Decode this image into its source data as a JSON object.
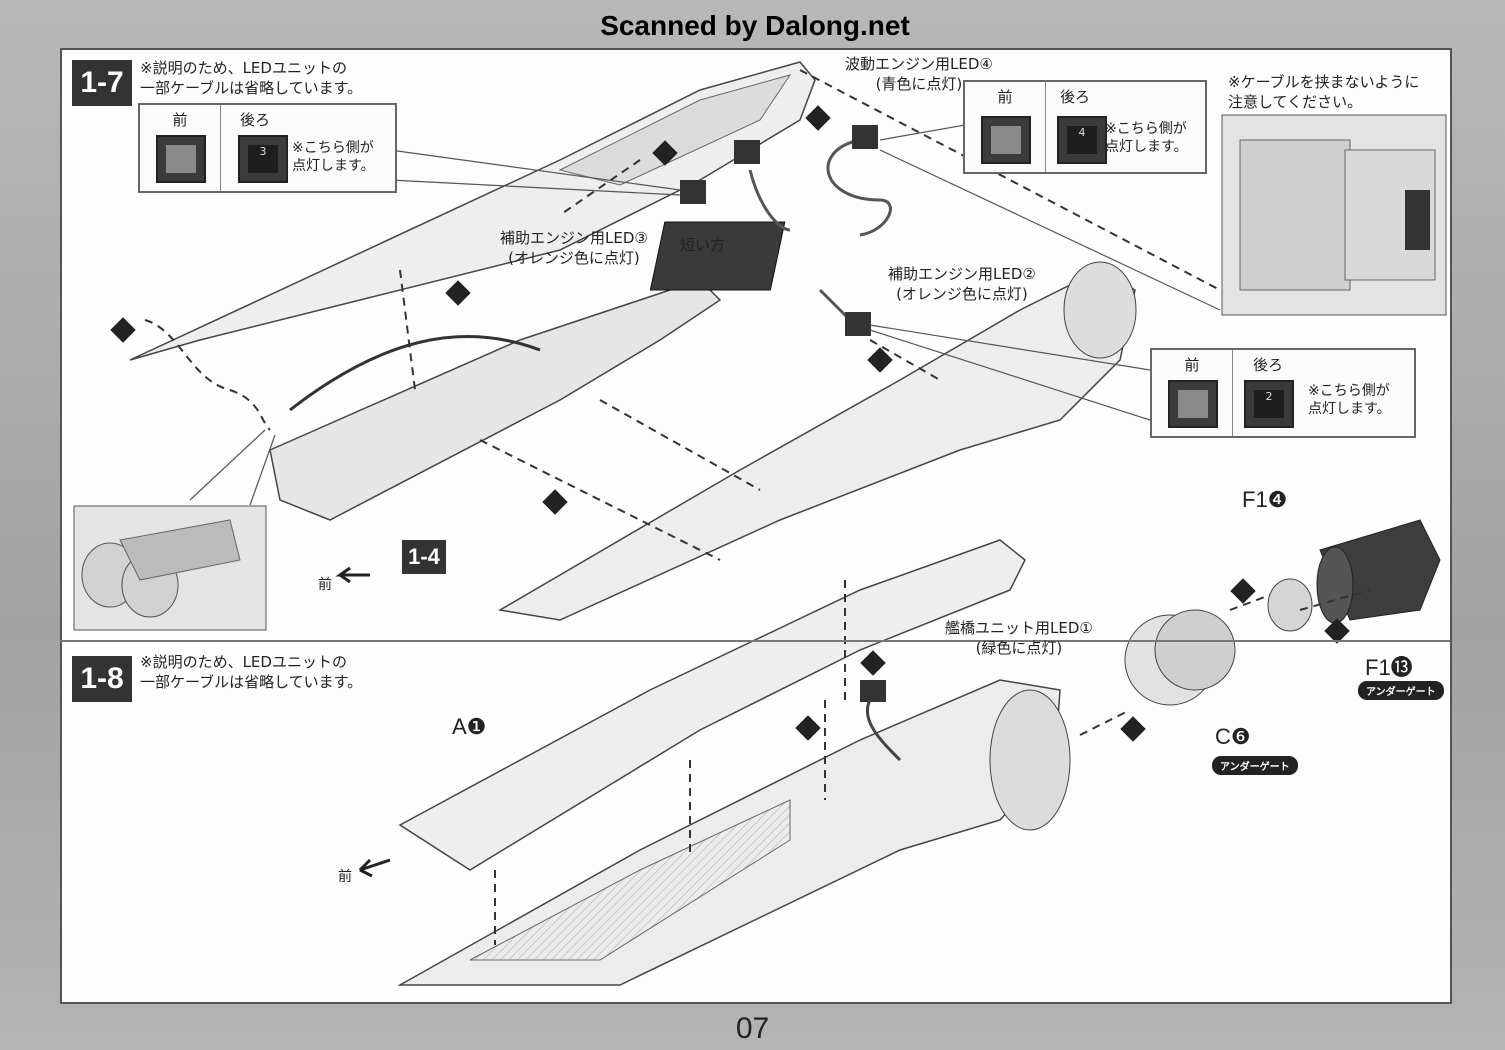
{
  "header": {
    "scan_credit": "Scanned by Dalong.net"
  },
  "page_number": "07",
  "steps": [
    {
      "id": "1-7",
      "note": "※説明のため、LEDユニットの\n一部ケーブルは省略しています。",
      "led_box_left": {
        "front": "前",
        "back": "後ろ",
        "back_num": "3",
        "note": "※こちら側が\n点灯します。"
      },
      "led_box_top_right": {
        "front": "前",
        "back": "後ろ",
        "back_num": "4",
        "note": "※こちら側が\n点灯します。"
      },
      "led_box_bottom_right": {
        "front": "前",
        "back": "後ろ",
        "back_num": "2",
        "note": "※こちら側が\n点灯します。"
      },
      "cable_note": "※ケーブルを挟まないように\n注意してください。",
      "labels": {
        "led4": "波動エンジン用LED④\n(青色に点灯)",
        "led3": "補助エンジン用LED③\n(オレンジ色に点灯)",
        "short_side": "短い方",
        "led2": "補助エンジン用LED②\n(オレンジ色に点灯)",
        "sub_step": "1-4",
        "front": "前"
      }
    },
    {
      "id": "1-8",
      "note": "※説明のため、LEDユニットの\n一部ケーブルは省略しています。",
      "labels": {
        "led1": "艦橋ユニット用LED①\n(緑色に点灯)",
        "part_a": "A❶",
        "part_c": "C❻",
        "part_f1_4": "F1❹",
        "part_f1_13": "F1⓭",
        "under_gate": "アンダーゲート",
        "front": "前"
      }
    }
  ]
}
